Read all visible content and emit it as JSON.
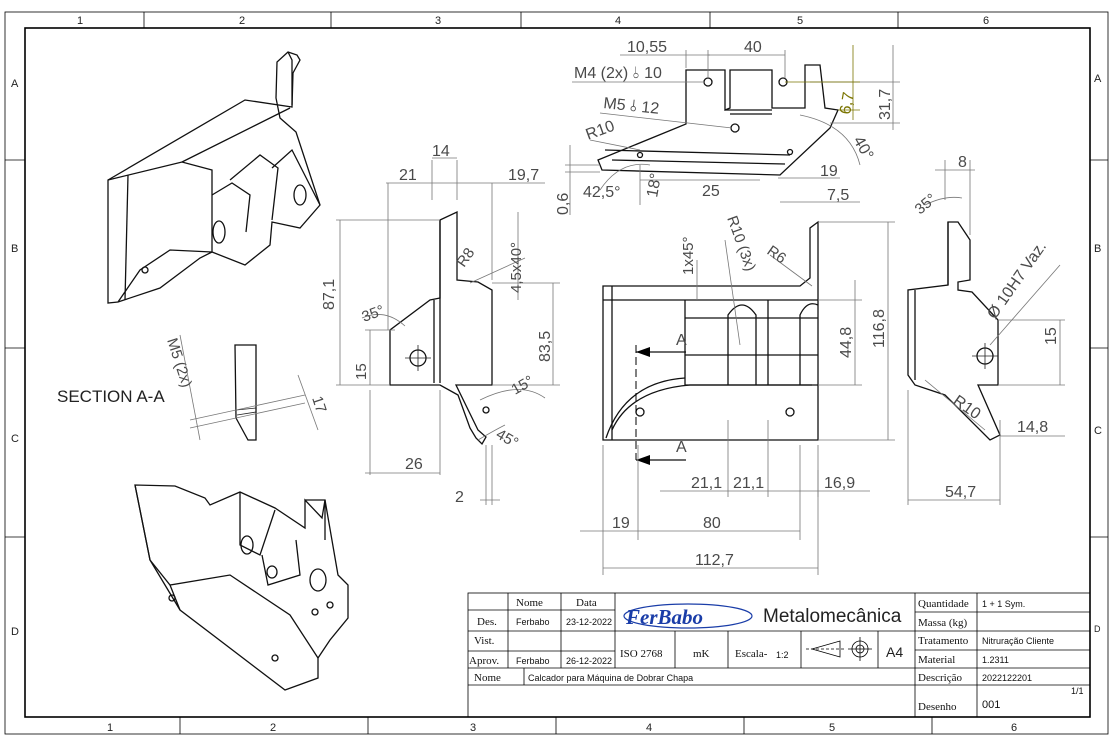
{
  "sheet": {
    "zones_top": [
      "1",
      "2",
      "3",
      "4",
      "5",
      "6"
    ],
    "zones_bottom": [
      "1",
      "2",
      "3",
      "4",
      "5",
      "6"
    ],
    "zones_left": [
      "A",
      "B",
      "C",
      "D"
    ],
    "zones_right": [
      "A",
      "B",
      "C",
      "D"
    ]
  },
  "section_label": "SECTION A-A",
  "section_marks": [
    "A",
    "A"
  ],
  "dimensions": {
    "top_view": [
      "10,55",
      "40",
      "M4 (2x) ⫰ 10",
      "M5 ⫰ 12",
      "R10",
      "6,7",
      "31,7",
      "40°",
      "19",
      "0,6",
      "42,5°",
      "18°",
      "25",
      "7,5"
    ],
    "side_left": [
      "14",
      "21",
      "19,7",
      "4,5x40°",
      "R8",
      "87,1",
      "35°",
      "83,5",
      "15",
      "15°",
      "45°",
      "26",
      "2"
    ],
    "front_view": [
      "1x45°",
      "R10 (3x)",
      "R6",
      "44,8",
      "116,8",
      "21,1",
      "21,1",
      "16,9",
      "19",
      "80",
      "112,7"
    ],
    "side_right": [
      "8",
      "35°",
      "Ø 10H7 Vaz.",
      "15",
      "R10",
      "14,8",
      "54,7"
    ],
    "section_view": [
      "M5 (2x)",
      "17"
    ]
  },
  "title_block": {
    "col_headers": [
      "Nome",
      "Data"
    ],
    "rows": [
      {
        "role": "Des.",
        "name": "Ferbabo",
        "date": "23-12-2022"
      },
      {
        "role": "Vist.",
        "name": "",
        "date": ""
      },
      {
        "role": "Aprov.",
        "name": "Ferbabo",
        "date": "26-12-2022"
      }
    ],
    "logo_text": "FerBabo",
    "company": "Metalomecânica",
    "iso": "ISO 2768",
    "tolerance_class": "mK",
    "scale_label": "Escala-",
    "scale_value": "1:2",
    "paper_size": "A4",
    "name_label": "Nome",
    "part_name": "Calcador para Máquina de Dobrar Chapa",
    "fields": [
      {
        "label": "Quantidade",
        "value": "1 + 1 Sym."
      },
      {
        "label": "Massa (kg)",
        "value": ""
      },
      {
        "label": "Tratamento",
        "value": "Nitruração Cliente"
      },
      {
        "label": "Material",
        "value": "1.2311"
      },
      {
        "label": "Descrição",
        "value": "2022122201"
      },
      {
        "label": "Desenho",
        "value": "001"
      }
    ],
    "sheet_count": "1/1"
  },
  "colors": {
    "line": "#111111",
    "dimension": "#4a4a4a",
    "highlight_dim": "#7a7400",
    "logo": "#1a3da8"
  }
}
